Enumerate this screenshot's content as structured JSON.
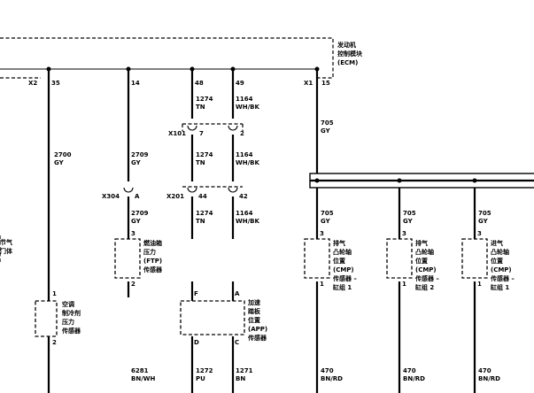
{
  "ecm": {
    "label_lines": [
      "发动机",
      "控制模块",
      "(ECM)"
    ]
  },
  "connectors": {
    "x2": "X2",
    "x1": "X1",
    "x101": "X101",
    "x201": "X201",
    "x304": "X304"
  },
  "pins": {
    "ecm_35": "35",
    "ecm_14": "14",
    "ecm_48": "48",
    "ecm_49": "49",
    "ecm_15": "15",
    "x101_7": "7",
    "x101_2": "2",
    "x201_44": "44",
    "x201_42": "42",
    "x304_a": "A",
    "ac_1": "1",
    "ac_2": "2",
    "ftp_3": "3",
    "ftp_2": "2",
    "app_f": "F",
    "app_a": "A",
    "app_d": "D",
    "app_c": "C",
    "cmp1_3": "3",
    "cmp1_1": "1",
    "cmp2_3": "3",
    "cmp2_1": "1",
    "cmp3_3": "3",
    "cmp3_1": "1"
  },
  "wires": {
    "w_2700": [
      "2700",
      "GY"
    ],
    "w_2709_a": [
      "2709",
      "GY"
    ],
    "w_2709_b": [
      "2709",
      "GY"
    ],
    "w_1274_a": [
      "1274",
      "TN"
    ],
    "w_1274_b": [
      "1274",
      "TN"
    ],
    "w_1274_c": [
      "1274",
      "TN"
    ],
    "w_1164_a": [
      "1164",
      "WH/BK"
    ],
    "w_1164_b": [
      "1164",
      "WH/BK"
    ],
    "w_1164_c": [
      "1164",
      "WH/BK"
    ],
    "w_705_main": [
      "705",
      "GY"
    ],
    "w_705_1": [
      "705",
      "GY"
    ],
    "w_705_2": [
      "705",
      "GY"
    ],
    "w_705_3": [
      "705",
      "GY"
    ],
    "w_6281": [
      "6281",
      "BN/WH"
    ],
    "w_1272": [
      "1272",
      "PU"
    ],
    "w_1271": [
      "1271",
      "BN"
    ],
    "w_470_1": [
      "470",
      "BN/RD"
    ],
    "w_470_2": [
      "470",
      "BN/RD"
    ],
    "w_470_3": [
      "470",
      "BN/RD"
    ]
  },
  "components": {
    "left_partial": [
      "节气",
      "门体"
    ],
    "ac": [
      "空调",
      "制冷剂",
      "压力",
      "传感器"
    ],
    "ftp": [
      "燃油箱",
      "压力",
      "(FTP)",
      "传感器"
    ],
    "app": [
      "加速",
      "踏板",
      "位置",
      "(APP)",
      "传感器"
    ],
    "cmp1": [
      "排气",
      "凸轮轴",
      "位置",
      "(CMP)",
      "传感器 –",
      "缸组 1"
    ],
    "cmp2": [
      "排气",
      "凸轮轴",
      "位置",
      "(CMP)",
      "传感器 –",
      "缸组 2"
    ],
    "cmp3": [
      "进气",
      "凸轮轴",
      "位置",
      "(CMP)",
      "传感器 –",
      "缸组 1"
    ]
  }
}
